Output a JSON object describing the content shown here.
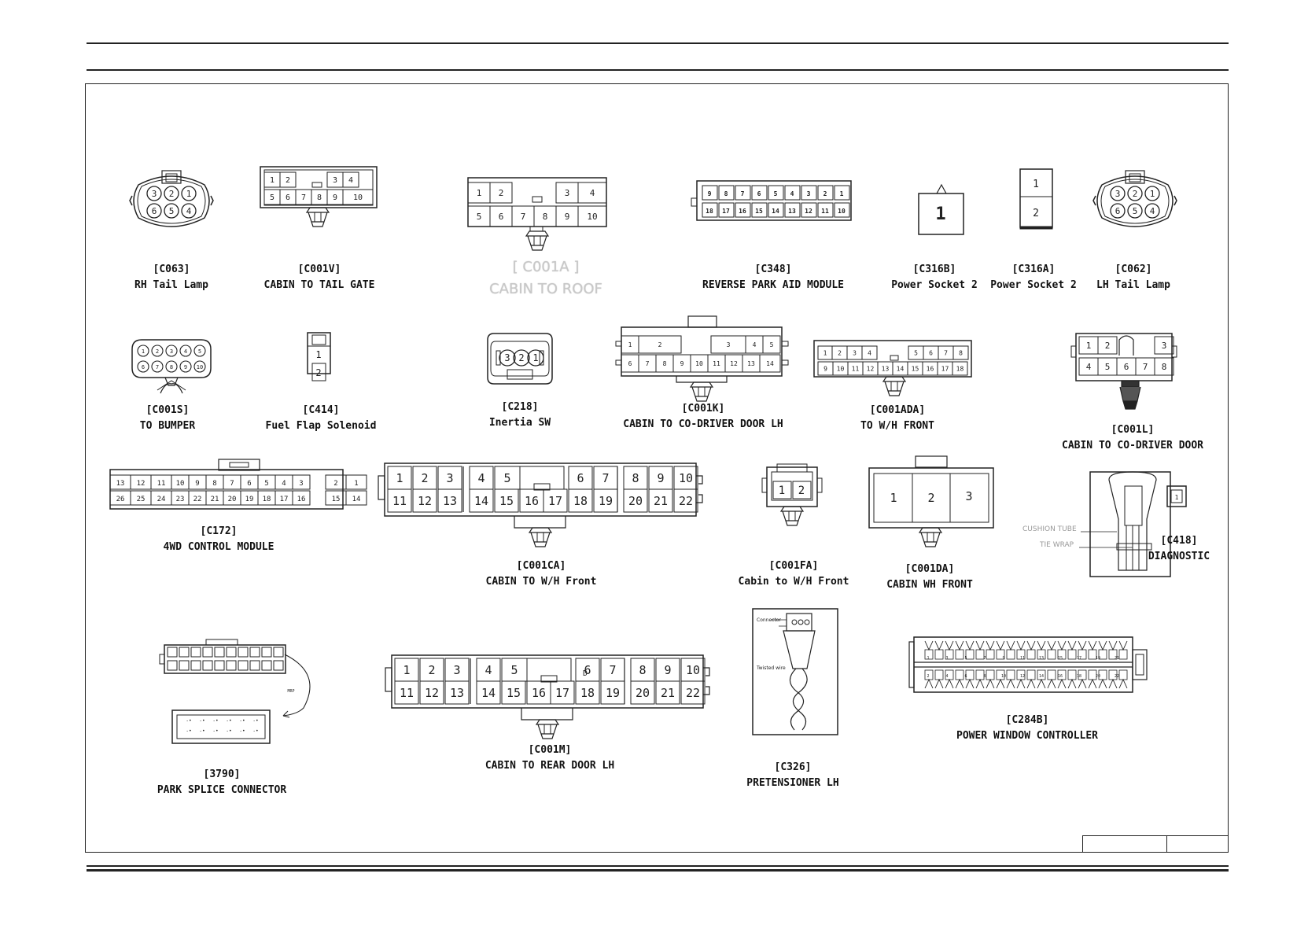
{
  "connectors": [
    {
      "id": "[C063]",
      "name": "RH Tail Lamp"
    },
    {
      "id": "[C001V]",
      "name": "CABIN TO TAIL GATE"
    },
    {
      "id": "[ C001A ]",
      "name": "CABIN TO ROOF"
    },
    {
      "id": "[C348]",
      "name": "REVERSE PARK AID MODULE"
    },
    {
      "id": "[C316B]",
      "name": "Power Socket 2"
    },
    {
      "id": "[C316A]",
      "name": "Power Socket 2"
    },
    {
      "id": "[C062]",
      "name": "LH Tail Lamp"
    },
    {
      "id": "[C001S]",
      "name": "TO BUMPER"
    },
    {
      "id": "[C414]",
      "name": "Fuel Flap Solenoid"
    },
    {
      "id": "[C218]",
      "name": "Inertia SW"
    },
    {
      "id": "[C001K]",
      "name": "CABIN TO CO-DRIVER DOOR LH"
    },
    {
      "id": "[C001ADA]",
      "name": "TO W/H FRONT"
    },
    {
      "id": "[C001L]",
      "name": "CABIN TO CO-DRIVER DOOR"
    },
    {
      "id": "[C172]",
      "name": "4WD CONTROL MODULE"
    },
    {
      "id": "[C001CA]",
      "name": "CABIN TO W/H Front"
    },
    {
      "id": "[C001FA]",
      "name": "Cabin to W/H Front"
    },
    {
      "id": "[C001DA]",
      "name": "CABIN WH FRONT"
    },
    {
      "id": "[C418]",
      "name": "DIAGNOSTIC"
    },
    {
      "id": "[3790]",
      "name": "PARK SPLICE CONNECTOR"
    },
    {
      "id": "[C001M]",
      "name": "CABIN TO REAR DOOR LH"
    },
    {
      "id": "[C326]",
      "name": "PRETENSIONER LH"
    },
    {
      "id": "[C284B]",
      "name": "POWER WINDOW CONTROLLER"
    }
  ],
  "annotations": {
    "cushion_tube": "CUSHION TUBE",
    "tie_wrap": "TIE WRAP",
    "connector": "Connector",
    "twisted_wire": "Twisted wire"
  }
}
